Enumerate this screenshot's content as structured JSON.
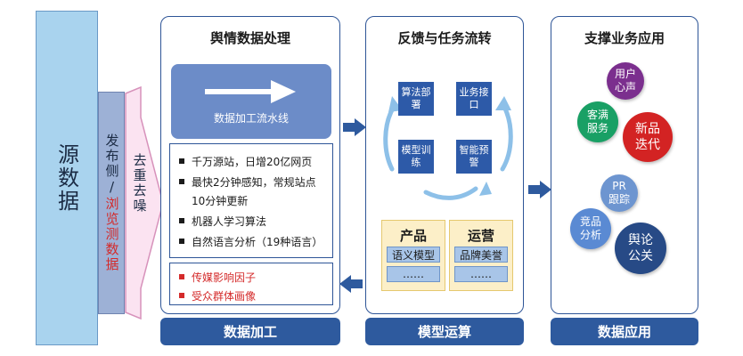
{
  "source": {
    "label": "源数据",
    "color": "#a9d3ee"
  },
  "publisher": {
    "prefix": "发布侧/",
    "suffix": "浏览测数据"
  },
  "dedup": {
    "label": "去重去噪"
  },
  "processing": {
    "title": "舆情数据处理",
    "pipeline_label": "数据加工流水线",
    "bullets": [
      "千万源站，日增20亿网页",
      "最快2分钟感知，常规站点",
      "10分钟更新",
      "机器人学习算法",
      "自然语言分析（19种语言）"
    ],
    "factors": [
      "传媒影响因子",
      "受众群体画像"
    ],
    "footer": "数据加工"
  },
  "feedback": {
    "title": "反馈与任务流转",
    "boxes": [
      "算法部署",
      "业务接口",
      "模型训练",
      "智能预警"
    ],
    "product": {
      "title": "产品",
      "item": "语义模型",
      "more": "……"
    },
    "operation": {
      "title": "运营",
      "item": "品牌美誉",
      "more": "……"
    },
    "footer": "模型运算"
  },
  "application": {
    "title": "支撑业务应用",
    "bubbles": [
      {
        "text": "用户心声",
        "color": "#7b2f8e"
      },
      {
        "text": "客满服务",
        "color": "#19a065"
      },
      {
        "text": "新品迭代",
        "color": "#d32323"
      },
      {
        "text": "PR跟踪",
        "color": "#6d95d0"
      },
      {
        "text": "竞品分析",
        "color": "#5a8ad3"
      },
      {
        "text": "舆论公关",
        "color": "#274a86"
      }
    ],
    "footer": "数据应用"
  }
}
